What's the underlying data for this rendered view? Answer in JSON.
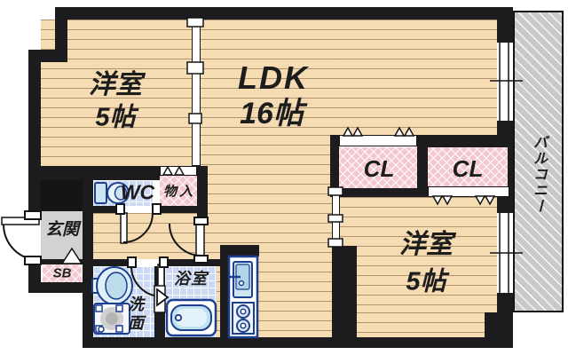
{
  "plan": {
    "type": "floor-plan",
    "rooms": {
      "bedroom_top_left": {
        "name": "洋室",
        "size": "5帖"
      },
      "ldk": {
        "name": "LDK",
        "size": "16帖"
      },
      "bedroom_bottom_right": {
        "name": "洋室",
        "size": "5帖"
      },
      "balcony": {
        "name": "バルコニー"
      },
      "closet_left": {
        "name": "CL"
      },
      "closet_right": {
        "name": "CL"
      },
      "wc": {
        "name": "WC"
      },
      "storage": {
        "name": "物入"
      },
      "entrance": {
        "name": "玄関"
      },
      "shoe_box": {
        "name": "SB"
      },
      "washroom": {
        "name": "洗面"
      },
      "bathroom": {
        "name": "浴室"
      }
    },
    "fixtures": [
      "toilet-icon",
      "washbasin-icon",
      "washing-machine-icon",
      "bathtub-icon",
      "kitchen-sink-icon",
      "stove-icon"
    ],
    "colors": {
      "wall": "#1c1c1e",
      "wood_floor": "#f6dcb2",
      "tile_floor": "#ccd9f4",
      "closet_pink": "#f4c8d0",
      "balcony_gray": "#c9c9c9",
      "entrance_gray": "#d2d2d2",
      "fixture_navy": "#1d3f8f"
    }
  }
}
